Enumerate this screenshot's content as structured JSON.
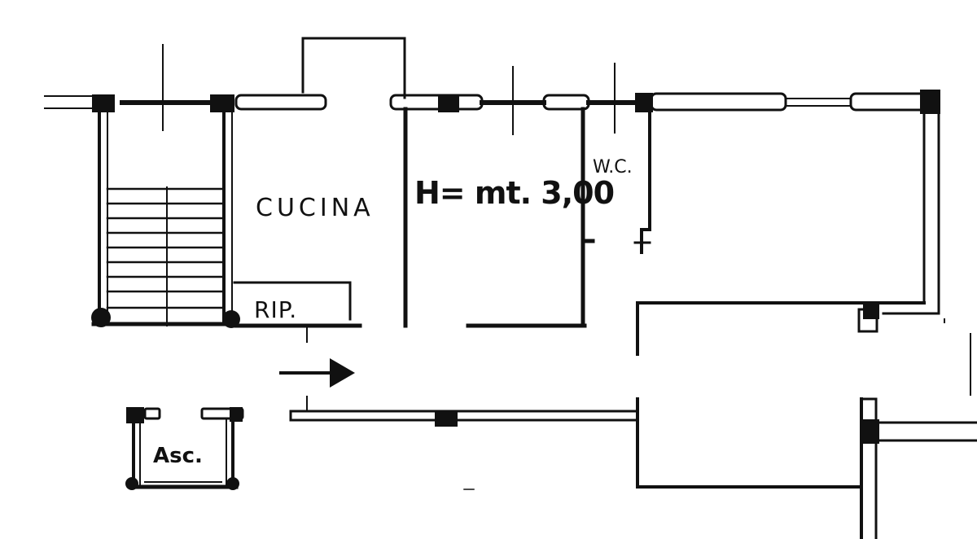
{
  "rooms": {
    "kitchen": "CUCINA",
    "wc": "W.C.",
    "storage": "RIP.",
    "lift": "Asc."
  },
  "annotations": {
    "ceiling_height": "H= mt. 3,00"
  },
  "colors": {
    "ink": "#111111",
    "paper": "#ffffff"
  }
}
